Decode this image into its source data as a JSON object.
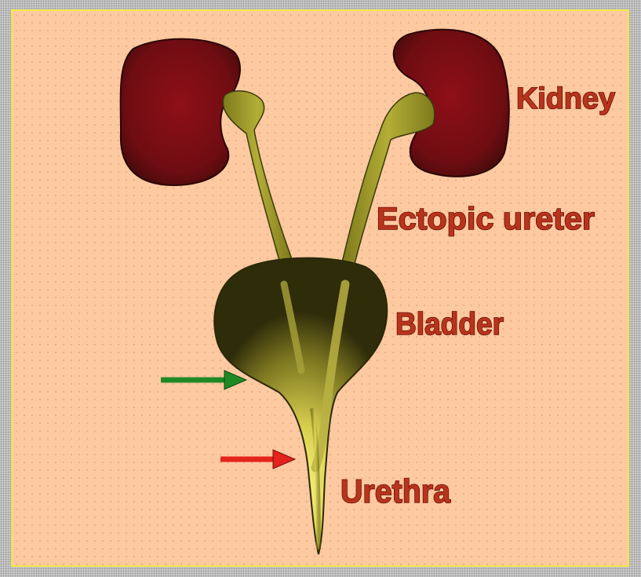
{
  "labels": {
    "kidney": "Kidney",
    "ectopic_ureter": "Ectopic ureter",
    "bladder": "Bladder",
    "urethra": "Urethra"
  },
  "arrows": [
    {
      "name": "green-arrow",
      "color": "#1f8a24"
    },
    {
      "name": "red-arrow",
      "color": "#e3231c"
    }
  ],
  "colors": {
    "background": "#fcc9a0",
    "kidney": "#7a0d14",
    "ureter": "#a6a22c",
    "bladder_center": "#f4ee74",
    "bladder_edge": "#3d3a0d",
    "label_text": "#b8341d",
    "border": "#f2e84a"
  }
}
